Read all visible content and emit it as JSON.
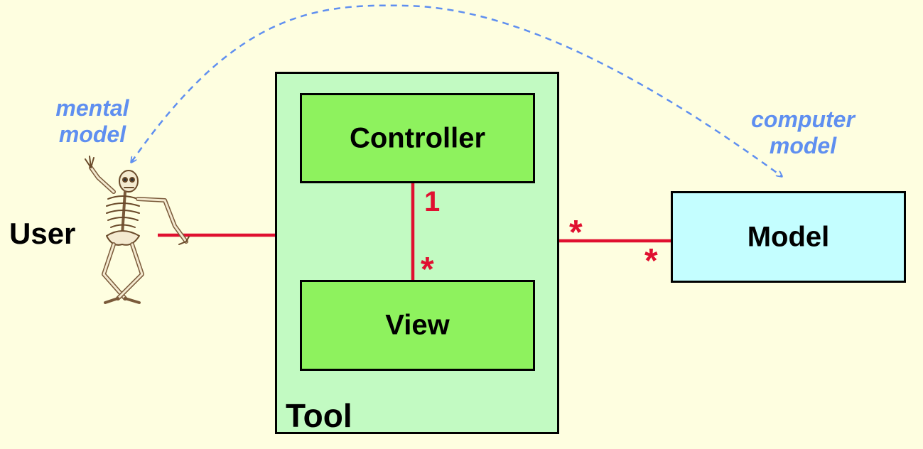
{
  "diagram": {
    "user": {
      "label": "User"
    },
    "mental_model": {
      "label": "mental\nmodel"
    },
    "computer_model": {
      "label": "computer\nmodel"
    },
    "tool": {
      "label": "Tool"
    },
    "controller": {
      "label": "Controller"
    },
    "view": {
      "label": "View"
    },
    "model": {
      "label": "Model"
    },
    "multiplicities": {
      "controller_view_top": "1",
      "controller_view_bottom": "*",
      "tool_model_left": "*",
      "tool_model_right": "*"
    }
  },
  "colors": {
    "background": "#fefee0",
    "tool_fill": "#c2fac2",
    "inner_box_fill": "#8ef25e",
    "model_fill": "#c4feff",
    "connector": "#e01030",
    "annotation": "#5f8ff0"
  }
}
